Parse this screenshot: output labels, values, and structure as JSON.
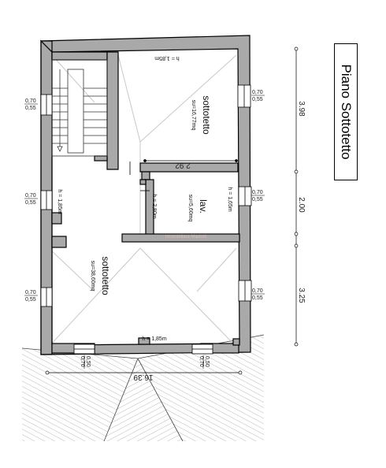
{
  "title": "Piano Sottotetto",
  "rooms": [
    {
      "name": "sottotetto",
      "area": "su=16,77mq"
    },
    {
      "name": "lav.",
      "area": "su=5,60mq"
    },
    {
      "name": "sottotetto",
      "area": "su=38,60mq"
    }
  ],
  "heights": {
    "top_room": "h = 1,85m",
    "bottom_room": "h = 1,85m",
    "left_corridor": "h = 1,85m",
    "center": "h = 2,80m",
    "lav": "h = 1,65m"
  },
  "window_sizes": {
    "left_1": [
      "0,70",
      "0,55"
    ],
    "left_2": [
      "0,70",
      "0,55"
    ],
    "left_3": [
      "0,70",
      "0,55"
    ],
    "right_1": [
      "0,70",
      "0,55"
    ],
    "right_2": [
      "0,70",
      "0,55"
    ],
    "right_3": [
      "0,70",
      "0,55"
    ],
    "bottom_1": [
      "0,70",
      "0,50"
    ],
    "bottom_2": [
      "0,70",
      "0,50"
    ]
  },
  "dimensions": {
    "inner_width": "2.92",
    "overall_length": "16.39",
    "right_segments": [
      "3.98",
      "2.00",
      "3.25"
    ]
  },
  "watermark": "Immobiliare Mariotti"
}
